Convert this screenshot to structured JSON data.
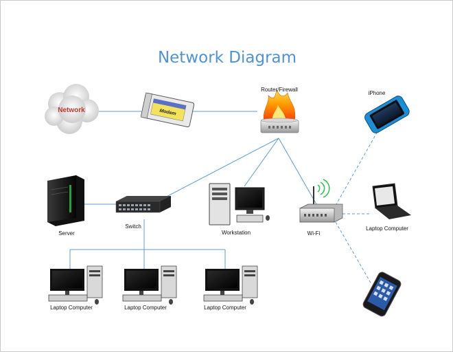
{
  "diagram": {
    "title": "Network Diagram",
    "nodes": {
      "network": "Network",
      "modem": "Modem",
      "router": "Router/Firewall",
      "iphone": "iPhone",
      "server": "Server",
      "switch": "Switch",
      "workstation": "Workstation",
      "wifi": "Wi-Fi",
      "laptop_right": "Laptop Computer",
      "laptop_1": "Laptop Computer",
      "laptop_2": "Laptop Computer",
      "laptop_3": "Laptop Computer"
    },
    "colors": {
      "title": "#4f92d6",
      "solid_link": "#5b9bd5",
      "wireless_link": "#5b9bd5",
      "network_text": "#c0392b",
      "phone_blue": "#1a8fd8"
    }
  }
}
